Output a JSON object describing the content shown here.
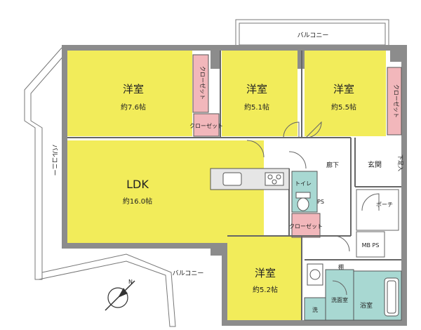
{
  "rooms": {
    "western1": {
      "name": "洋室",
      "size": "約7.6帖"
    },
    "western2": {
      "name": "洋室",
      "size": "約5.1帖"
    },
    "western3": {
      "name": "洋室",
      "size": "約5.5帖"
    },
    "ldk": {
      "name": "LDK",
      "size": "約16.0帖"
    },
    "western4": {
      "name": "洋室",
      "size": "約5.2帖"
    }
  },
  "labels": {
    "balcony_top": "バルコニー",
    "balcony_left": "バルコニー",
    "balcony_bottom": "バルコニー",
    "closet_1": "クローゼット",
    "closet_2": "クローゼット",
    "closet_3": "クローゼット",
    "closet_4": "クローゼット",
    "corridor": "廊下",
    "entrance": "玄関",
    "shoe_storage": "下足入",
    "toilet": "トイレ",
    "ps": "PS",
    "porch": "ポーチ",
    "mb_ps": "MB PS",
    "shelf": "棚",
    "washroom": "洗面室",
    "washer": "洗",
    "bathroom": "浴室",
    "north": "N"
  },
  "colors": {
    "room_yellow": "#f2ec5a",
    "closet_pink": "#f2b7bb",
    "wet_teal": "#a8d8d2",
    "wall_gray": "#8c8c8c",
    "floor_white": "#ffffff"
  }
}
